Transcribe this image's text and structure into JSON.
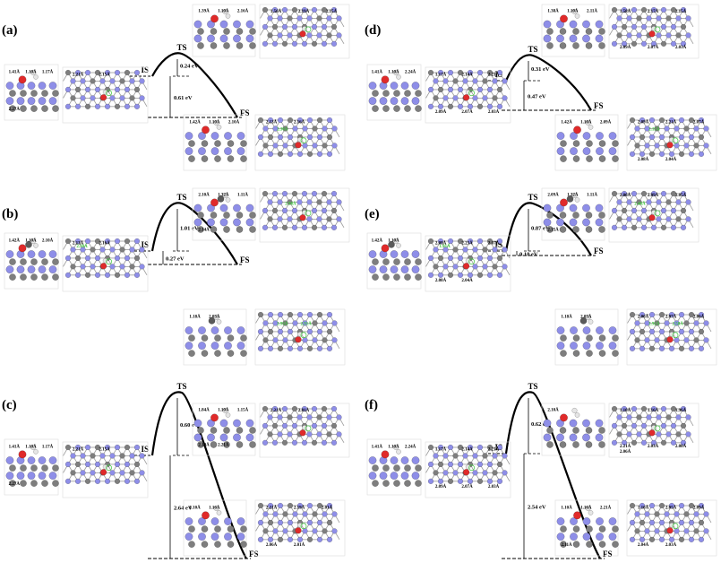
{
  "panels": [
    {
      "id": "a",
      "label": "(a)",
      "is": "IS",
      "ts": "TS",
      "fs": "FS",
      "barrier": "0.24 eV",
      "reaction": "0.61 eV",
      "is_side": [
        "1.41Å",
        "1.10Å",
        "1.17Å",
        "2.27Å"
      ],
      "is_top": [
        "2.21Å",
        "2.15Å"
      ],
      "ts_side": [
        "1.39Å",
        "1.10Å",
        "2.16Å"
      ],
      "ts_top": [
        "1.56Å",
        "2.19Å",
        "2.15Å"
      ],
      "fs_side": [
        "1.42Å",
        "1.10Å",
        "2.10Å"
      ],
      "fs_top": [
        "2.13Å",
        "2.16Å"
      ],
      "fs_top_green": [
        "2.30Å"
      ]
    },
    {
      "id": "b",
      "label": "(b)",
      "is": "IS",
      "ts": "TS",
      "fs": "FS",
      "barrier": "1.01 eV",
      "reaction": "0.27 eV",
      "is_side": [
        "1.42Å",
        "1.10Å",
        "2.10Å"
      ],
      "is_top": [
        "2.13Å",
        "2.16Å"
      ],
      "is_top_green": [
        "2.30Å"
      ],
      "ts_side": [
        "2.10Å",
        "1.32Å",
        "1.11Å",
        "2.14Å"
      ],
      "ts_top": [],
      "ts_top_green": [
        "2.98Å"
      ],
      "fs_side": [
        "1.18Å",
        "2.03Å"
      ],
      "fs_top": [],
      "fs_top_green": [
        "2.93Å",
        "2.91Å"
      ]
    },
    {
      "id": "c",
      "label": "(c)",
      "is": "IS",
      "ts": "TS",
      "fs": "FS",
      "barrier": "0.60 eV",
      "reaction": "2.64 eV",
      "is_side": [
        "1.41Å",
        "1.10Å",
        "1.17Å",
        "2.27Å"
      ],
      "is_top": [
        "2.21Å",
        "2.15Å"
      ],
      "ts_side": [
        "1.84Å",
        "1.10Å",
        "1.15Å",
        "2.19Å",
        "2.21Å"
      ],
      "ts_top": [
        "2.21Å",
        "2.01Å"
      ],
      "fs_side": [
        "1.10Å",
        "1.16Å"
      ],
      "fs_top": [
        "2.21Å",
        "2.19Å",
        "2.01Å",
        "2.06Å",
        "2.01Å"
      ]
    },
    {
      "id": "d",
      "label": "(d)",
      "is": "IS",
      "ts": "TS",
      "fs": "FS",
      "barrier": "0.31 eV",
      "reaction": "0.47 eV",
      "is_side": [
        "1.41Å",
        "1.10Å",
        "2.24Å"
      ],
      "is_top": [
        "1.17Å",
        "2.14Å",
        "2.21Å",
        "2.09Å",
        "2.07Å",
        "2.03Å"
      ],
      "ts_side": [
        "1.38Å",
        "1.10Å",
        "2.11Å"
      ],
      "ts_top": [
        "1.58Å",
        "2.17Å",
        "2.15Å",
        "2.09Å",
        "2.07Å",
        "2.03Å"
      ],
      "fs_side": [
        "1.42Å",
        "1.10Å",
        "2.09Å"
      ],
      "fs_top": [
        "2.09Å",
        "2.21Å",
        "2.07Å",
        "2.08Å",
        "2.04Å"
      ],
      "fs_top_green": [
        "2.15Å"
      ]
    },
    {
      "id": "e",
      "label": "(e)",
      "is": "IS",
      "ts": "TS",
      "fs": "FS",
      "barrier": "0.87 eV",
      "reaction": "0.10 eV",
      "is_side": [
        "1.42Å",
        "1.10Å"
      ],
      "is_top": [
        "2.09Å",
        "2.23Å",
        "2.07Å",
        "2.08Å",
        "2.04Å"
      ],
      "is_top_green": [
        "1.91Å"
      ],
      "ts_side": [
        "2.09Å",
        "1.32Å",
        "1.11Å",
        "2.15Å"
      ],
      "ts_top": [
        "2.06Å",
        "2.09Å",
        "2.05Å"
      ],
      "ts_top_green": [
        "2.48Å"
      ],
      "fs_side": [
        "1.18Å",
        "2.03Å"
      ],
      "fs_top": [
        "2.06Å",
        "2.07Å",
        "2.06Å"
      ],
      "fs_top_green": [
        "2.92Å",
        "2.58Å"
      ]
    },
    {
      "id": "f",
      "label": "(f)",
      "is": "IS",
      "ts": "TS",
      "fs": "FS",
      "barrier": "0.62 eV",
      "reaction": "2.54 eV",
      "is_side": [
        "1.41Å",
        "1.10Å",
        "2.24Å"
      ],
      "is_top": [
        "1.17Å",
        "2.14Å",
        "2.21Å",
        "2.09Å",
        "2.07Å",
        "2.03Å"
      ],
      "ts_side": [
        "2.10Å"
      ],
      "ts_top": [
        "1.10Å",
        "1.16Å",
        "1.96Å",
        "2.21Å",
        "2.03Å",
        "2.08Å",
        "2.06Å"
      ],
      "fs_side": [
        "1.10Å",
        "1.16Å",
        "2.21Å",
        "2.11Å"
      ],
      "fs_top": [
        "1.16Å",
        "2.05Å",
        "2.09Å",
        "2.04Å",
        "2.03Å"
      ]
    }
  ],
  "colors": {
    "slab_atom": "#8e8ee8",
    "slab_atom_edge": "#5252b8",
    "ga_atom": "#7e7e7e",
    "o_atom": "#e02a2a",
    "h_atom": "#e6e6e6",
    "c_atom": "#5a5a5a",
    "green": "#3cc83c"
  }
}
